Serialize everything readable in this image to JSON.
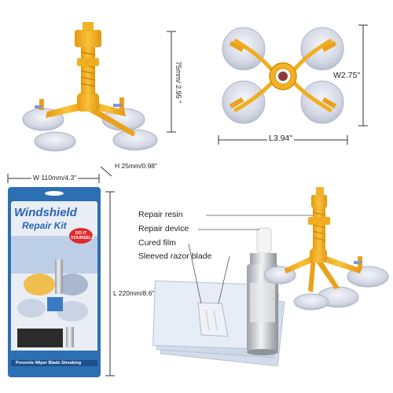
{
  "dimensions": {
    "height_side": "75mm/ 2.95 \"",
    "width_top": "W2.75\"",
    "length_top": "L3.94\"",
    "package_width": "W 110mm/4.3\"",
    "package_height_depth": "H 25mm/0.98\"",
    "package_length": "L 220mm/8.6\""
  },
  "package": {
    "title_line1": "Windshield",
    "title_line2": "Repair Kit",
    "badge": "DO IT YOURSELF",
    "bottom_text": "Prevents Wiper Blade Streaking"
  },
  "parts": {
    "repair_resin": "Repair resin",
    "repair_device": "Repair device",
    "cured_film": "Cured film",
    "sleeved_razor_blade": "Sleeved razor blade"
  },
  "colors": {
    "tool_yellow": "#f5b320",
    "tool_orange": "#e89a10",
    "suction_cup": "#d7dbe6",
    "package_blue": "#2d6fb3",
    "package_title": "#2a63b8"
  }
}
